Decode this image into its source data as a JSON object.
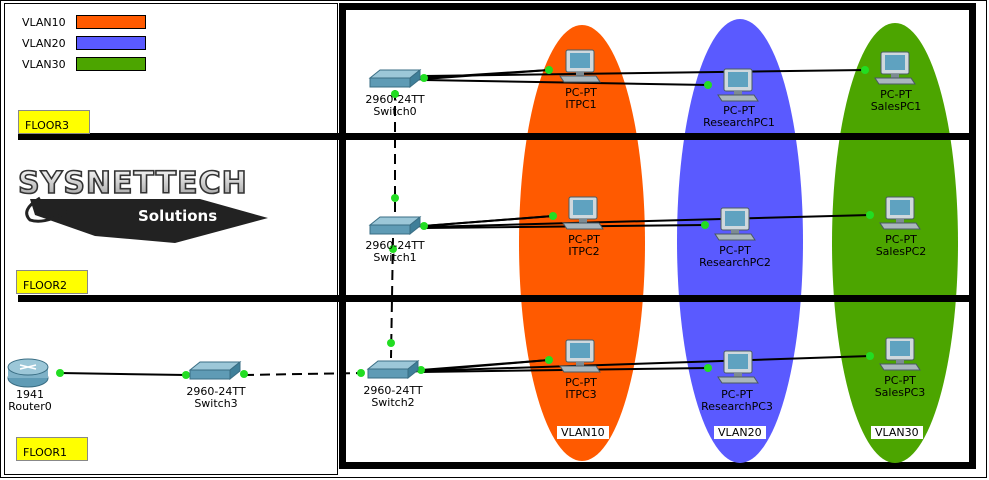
{
  "legend": [
    {
      "label": "VLAN10",
      "color": "#ff5a00"
    },
    {
      "label": "VLAN20",
      "color": "#5a5aff"
    },
    {
      "label": "VLAN30",
      "color": "#4ca500"
    }
  ],
  "floors": {
    "floor3": "FLOOR3",
    "floor2": "FLOOR2",
    "floor1": "FLOOR1"
  },
  "logo": {
    "main": "SYSNETTECH",
    "sub": "Solutions"
  },
  "router": {
    "model": "1941",
    "name": "Router0"
  },
  "switches": [
    {
      "model": "2960-24TT",
      "name": "Switch0"
    },
    {
      "model": "2960-24TT",
      "name": "Switch1"
    },
    {
      "model": "2960-24TT",
      "name": "Switch2"
    },
    {
      "model": "2960-24TT",
      "name": "Switch3"
    }
  ],
  "pcs": [
    {
      "type": "PC-PT",
      "name": "ITPC1"
    },
    {
      "type": "PC-PT",
      "name": "ResearchPC1"
    },
    {
      "type": "PC-PT",
      "name": "SalesPC1"
    },
    {
      "type": "PC-PT",
      "name": "ITPC2"
    },
    {
      "type": "PC-PT",
      "name": "ResearchPC2"
    },
    {
      "type": "PC-PT",
      "name": "SalesPC2"
    },
    {
      "type": "PC-PT",
      "name": "ITPC3"
    },
    {
      "type": "PC-PT",
      "name": "ResearchPC3"
    },
    {
      "type": "PC-PT",
      "name": "SalesPC3"
    }
  ],
  "vlans": [
    {
      "label": "VLAN10",
      "color": "#ff5a00"
    },
    {
      "label": "VLAN20",
      "color": "#5a5aff"
    },
    {
      "label": "VLAN30",
      "color": "#4ca500"
    }
  ],
  "colors": {
    "link_dot": "#22dd22",
    "floor_tag": "#ffff00",
    "device_blue": "#5f9bb5"
  }
}
